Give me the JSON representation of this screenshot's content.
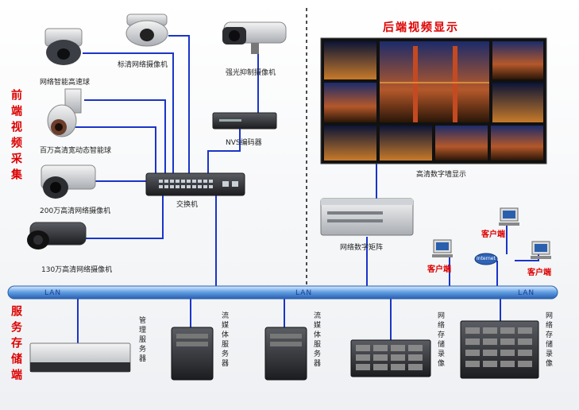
{
  "sections": {
    "front_end": "前端视频采集",
    "back_end": "后端视频显示",
    "service_storage": "服务存储端"
  },
  "cameras": {
    "speed_dome": "网络智能高速球",
    "hd_network": "标清网络摄像机",
    "strong_light": "强光抑制摄像机",
    "wdr_dome": "百万高清宽动态智能球",
    "cam_200w": "200万高清网络摄像机",
    "cam_130w": "130万高清网络摄像机"
  },
  "devices": {
    "nvs": "NVS编码器",
    "switch": "交换机",
    "video_wall": "高清数字墙显示",
    "matrix": "网络数字矩阵"
  },
  "clients": [
    "客户端",
    "客户端",
    "客户端"
  ],
  "internet": "Internet",
  "lan": [
    "LAN",
    "LAN",
    "LAN"
  ],
  "servers": {
    "mgmt": "管理服务器",
    "stream1": "流媒体服务器",
    "stream2": "流媒体服务器",
    "nvr1": "网络存储录像",
    "nvr2": "网络存储录像"
  },
  "colors": {
    "link": "#1a35c8",
    "title": "#dd0000",
    "lan_bar": "#3a78c6"
  }
}
